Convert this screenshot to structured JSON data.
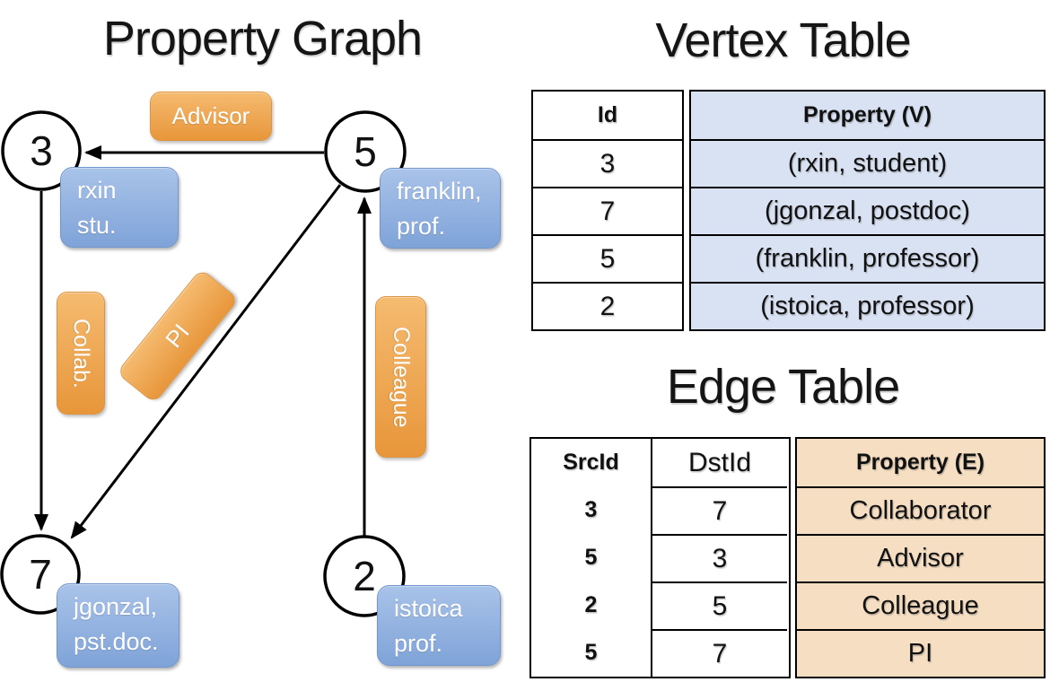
{
  "graph": {
    "title": "Property Graph",
    "nodes": [
      {
        "id": "3",
        "property_line1": "rxin",
        "property_line2": "stu."
      },
      {
        "id": "5",
        "property_line1": "franklin,",
        "property_line2": "prof."
      },
      {
        "id": "7",
        "property_line1": "jgonzal,",
        "property_line2": "pst.doc."
      },
      {
        "id": "2",
        "property_line1": "istoica",
        "property_line2": "prof."
      }
    ],
    "edge_labels": {
      "advisor": "Advisor",
      "collab": "Collab.",
      "pi": "PI",
      "colleague": "Colleague"
    }
  },
  "vertex_table": {
    "title": "Vertex Table",
    "columns": {
      "id": "Id",
      "property": "Property (V)"
    },
    "rows": [
      {
        "id": "3",
        "property": "(rxin, student)"
      },
      {
        "id": "7",
        "property": "(jgonzal, postdoc)"
      },
      {
        "id": "5",
        "property": "(franklin, professor)"
      },
      {
        "id": "2",
        "property": "(istoica, professor)"
      }
    ]
  },
  "edge_table": {
    "title": "Edge Table",
    "columns": {
      "src": "SrcId",
      "dst": "DstId",
      "property": "Property (E)"
    },
    "rows": [
      {
        "src": "3",
        "dst": "7",
        "property": "Collaborator"
      },
      {
        "src": "5",
        "dst": "3",
        "property": "Advisor"
      },
      {
        "src": "2",
        "dst": "5",
        "property": "Colleague"
      },
      {
        "src": "5",
        "dst": "7",
        "property": "PI"
      }
    ]
  },
  "colors": {
    "node_box_top": "#a9c3e9",
    "node_box_bottom": "#7fa3d8",
    "node_box_border": "#7396cd",
    "edge_box_top": "#f5bb70",
    "edge_box_bottom": "#e8963a",
    "edge_box_border": "#dd9440",
    "vertex_property_bg": "#d9e2f3",
    "edge_property_bg": "#f6dec2",
    "line_color": "#000000"
  }
}
